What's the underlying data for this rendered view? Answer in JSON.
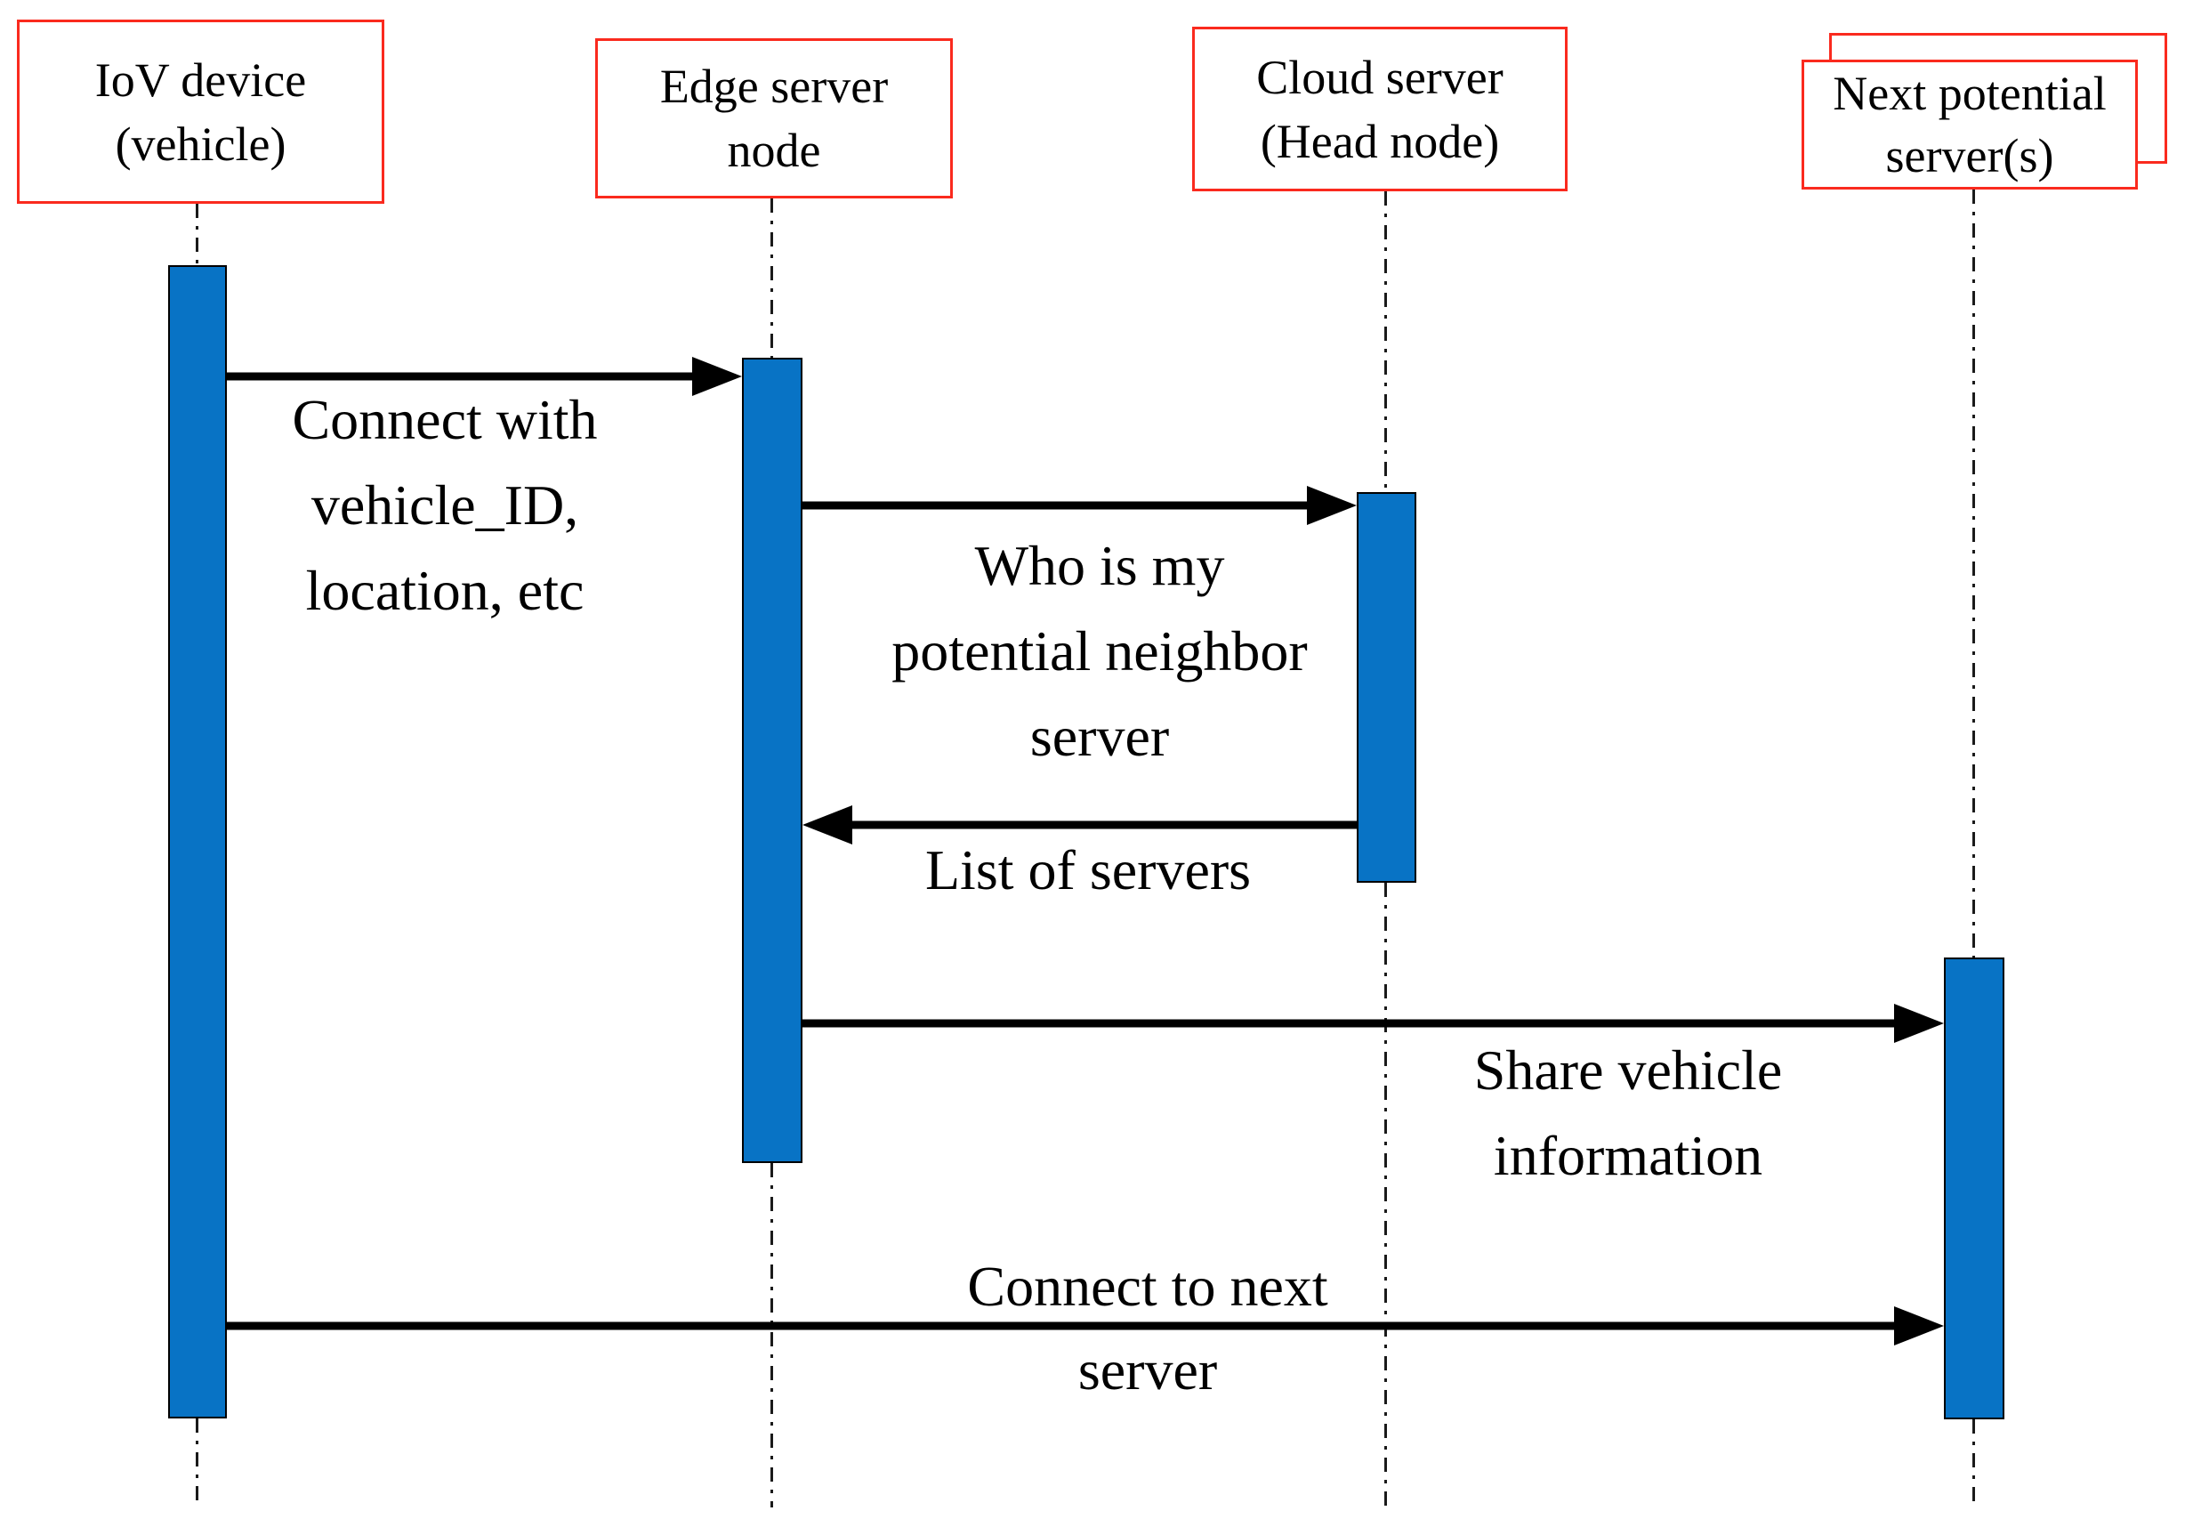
{
  "colors": {
    "accent-blue": "#0873c5",
    "box-border-red": "#fa2a1e",
    "arrow-black": "#000000",
    "lifeline-dark": "#1a1a1a",
    "background": "#ffffff",
    "text": "#000000"
  },
  "diagram": {
    "type": "sequence-diagram",
    "actors": [
      {
        "name": "IoV device (vehicle)",
        "lines": [
          "IoV device",
          "(vehicle)"
        ],
        "multi_instance": false
      },
      {
        "name": "Edge server node",
        "lines": [
          "Edge server",
          "node"
        ],
        "multi_instance": false
      },
      {
        "name": "Cloud server (Head node)",
        "lines": [
          "Cloud server",
          "(Head node)"
        ],
        "multi_instance": false
      },
      {
        "name": "Next potential server(s)",
        "lines": [
          "Next potential",
          "server(s)"
        ],
        "multi_instance": true
      }
    ],
    "messages": [
      {
        "from": "IoV device (vehicle)",
        "to": "Edge server node",
        "direction": "right",
        "label": "Connect with vehicle_ID, location, etc",
        "lines": [
          "Connect with",
          "vehicle_ID,",
          "location, etc"
        ]
      },
      {
        "from": "Edge server node",
        "to": "Cloud server (Head node)",
        "direction": "right",
        "label": "Who is my potential neighbor server",
        "lines": [
          "Who is my",
          "potential neighbor",
          "server"
        ]
      },
      {
        "from": "Cloud server (Head node)",
        "to": "Edge server node",
        "direction": "left",
        "label": "List of servers",
        "lines": [
          "List of servers"
        ]
      },
      {
        "from": "Edge server node",
        "to": "Next potential server(s)",
        "direction": "right",
        "label": "Share vehicle information",
        "lines": [
          "Share vehicle",
          "information"
        ]
      },
      {
        "from": "IoV device (vehicle)",
        "to": "Next potential server(s)",
        "direction": "right",
        "label": "Connect to next server",
        "lines": [
          "Connect to next",
          "server"
        ]
      }
    ]
  }
}
